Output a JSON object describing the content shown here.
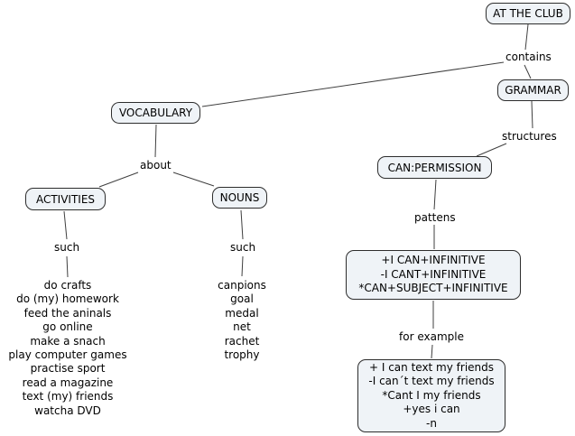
{
  "colors": {
    "background": "#ffffff",
    "node_fill": "#eff3f7",
    "node_border": "#2d2d2d",
    "connector_line": "#3f3f3f",
    "text": "#000000"
  },
  "nodes": {
    "at_the_club": {
      "label": "AT THE CLUB"
    },
    "grammar": {
      "label": "GRAMMAR"
    },
    "vocabulary": {
      "label": "VOCABULARY"
    },
    "can_permission": {
      "label": "CAN:PERMISSION"
    },
    "activities": {
      "label": "ACTIVITIES"
    },
    "nouns": {
      "label": "NOUNS"
    },
    "patterns_box": {
      "lines": [
        "+I CAN+INFINITIVE",
        "-I CANT+INFINITIVE",
        "*CAN+SUBJECT+INFINITIVE"
      ]
    },
    "examples_box": {
      "lines": [
        "+ I can text my friends",
        "-I can´t text my friends",
        "*Cant I my friends",
        "+yes i can",
        "-n"
      ]
    }
  },
  "link_labels": {
    "contains": "contains",
    "structures": "structures",
    "about": "about",
    "pattens": "pattens",
    "for_example": "for example",
    "such_activities": "such",
    "such_nouns": "such"
  },
  "lists": {
    "activities": [
      "do crafts",
      "do (my) homework",
      "feed the aninals",
      "go online",
      "make a snach",
      "play computer games",
      "practise sport",
      "read a magazine",
      "text (my) friends",
      "watcha DVD"
    ],
    "nouns": [
      "canpions",
      "goal",
      "medal",
      "net",
      "rachet",
      "trophy"
    ]
  }
}
